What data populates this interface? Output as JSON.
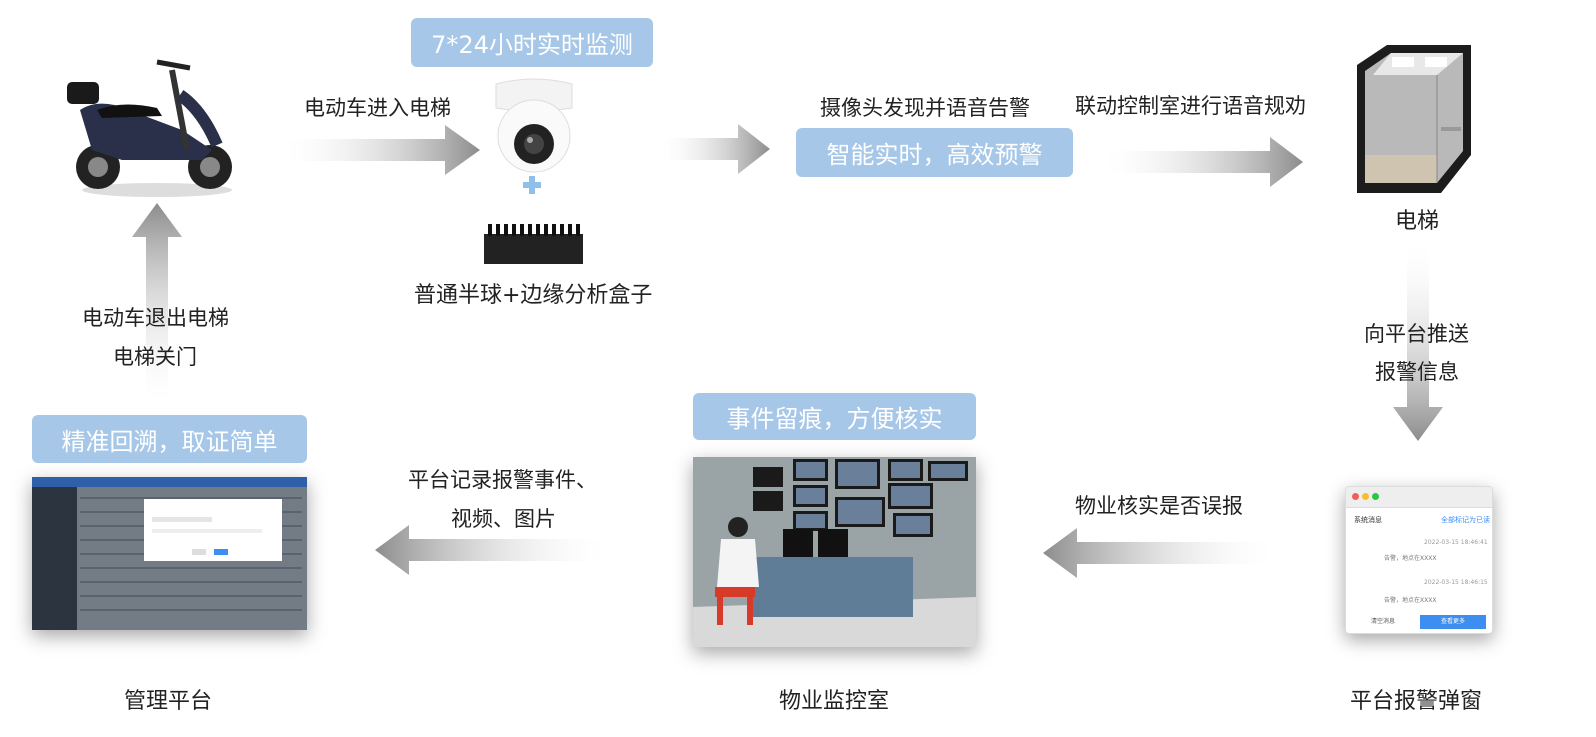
{
  "badges": {
    "monitor_247": "7*24小时实时监测",
    "smart_warning": "智能实时，高效预警",
    "event_trace": "事件留痕，方便核实",
    "precise_trace": "精准回溯，取证简单"
  },
  "labels": {
    "enter_elevator": "电动车进入电梯",
    "camera_alarm": "摄像头发现并语音告警",
    "linkage_control": "联动控制室进行语音规劝",
    "elevator": "电梯",
    "camera_box": "普通半球+边缘分析盒子",
    "push_platform_1": "向平台推送",
    "push_platform_2": "报警信息",
    "exit_elevator_1": "电动车退出电梯",
    "exit_elevator_2": "电梯关门",
    "record_events_1": "平台记录报警事件、",
    "record_events_2": "视频、图片",
    "property_verify": "物业核实是否误报",
    "mgmt_platform": "管理平台",
    "monitor_room": "物业监控室",
    "platform_popup": "平台报警弹窗"
  },
  "popup": {
    "title": "系统消息",
    "mark_all": "全部标记为已读",
    "time_1": "2022-03-15 18:46:41",
    "msg_1": "告警，地点在XXXX",
    "time_2": "2022-03-15 18:46:15",
    "msg_2": "告警，地点在XXXX",
    "clear_btn": "清空消息",
    "more_btn": "查看更多"
  },
  "colors": {
    "badge": "#a7c7e8",
    "arrow_dark": "#8c8c8c",
    "popup_accent": "#3d8ef0"
  }
}
